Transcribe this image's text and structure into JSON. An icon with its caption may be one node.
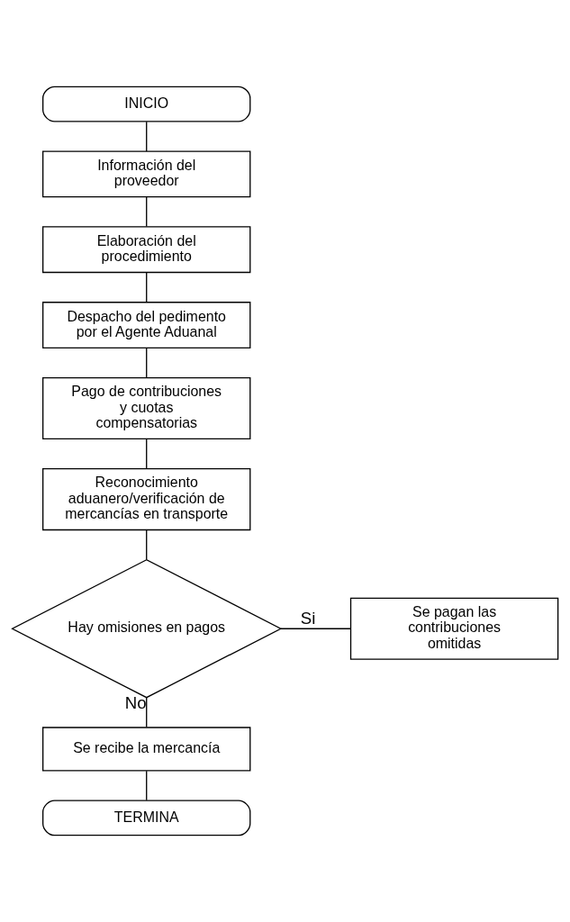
{
  "diagram": {
    "nodes": [
      {
        "text": [
          "INICIO"
        ]
      },
      {
        "text": [
          "Información del proveedor"
        ]
      },
      {
        "text": [
          "Elaboración del procedimiento"
        ]
      },
      {
        "text": [
          "Despacho del pedimento por el Agente Aduanal"
        ]
      },
      {
        "text": [
          "Pago de contribuciones y cuotas compensatorias"
        ]
      },
      {
        "text": [
          "Reconocimiento aduanero/verificación de mercancías en transporte"
        ]
      },
      {
        "text": [
          "Hay omisiones en pagos"
        ]
      },
      {
        "text": [
          "Se pagan las contribuciones omitidas"
        ]
      },
      {
        "text": [
          "Se recibe la mercancía"
        ]
      },
      {
        "text": [
          "TERMINA"
        ]
      }
    ],
    "edges": [
      {
        "from": 0,
        "to": 1,
        "arrow": "none"
      },
      {
        "from": 1,
        "to": 2,
        "arrow": "none"
      },
      {
        "from": 2,
        "to": 3,
        "arrow": "none"
      },
      {
        "from": 3,
        "to": 4,
        "arrow": "none"
      },
      {
        "from": 4,
        "to": 5,
        "arrow": "none"
      },
      {
        "from": 5,
        "to": 6,
        "arrow": "none"
      },
      {
        "from": 6,
        "to": 7,
        "arrow": "none",
        "label": "Si"
      },
      {
        "from": 6,
        "to": 8,
        "arrow": "none",
        "label": "No"
      },
      {
        "from": 8,
        "to": 9,
        "arrow": "none"
      }
    ]
  }
}
